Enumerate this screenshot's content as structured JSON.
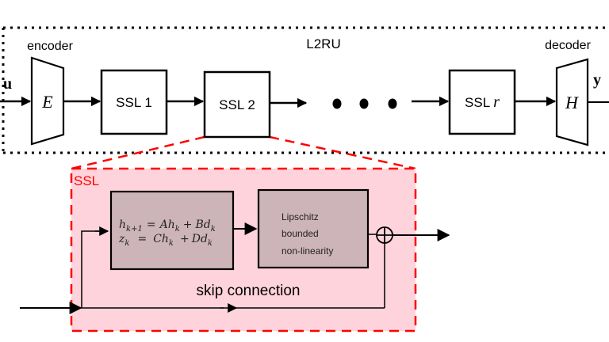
{
  "title": "L2RU",
  "encoder": {
    "label": "encoder",
    "symbol": "E"
  },
  "decoder": {
    "label": "decoder",
    "symbol": "H"
  },
  "input_symbol": "u",
  "output_symbol": "y",
  "blocks": [
    {
      "label": "SSL 1"
    },
    {
      "label": "SSL 2"
    },
    {
      "label_prefix": "SSL",
      "label_var": "r"
    }
  ],
  "ellipsis": "• • •",
  "ssl_detail": {
    "title": "SSL",
    "state_space": {
      "line1": {
        "lhs": "h",
        "lhs_sub": "k+1",
        "eq": "=",
        "t1": "Ah",
        "t1_sub": "k",
        "plus": "+",
        "t2": "Bd",
        "t2_sub": "k"
      },
      "line2": {
        "lhs": "z",
        "lhs_sub": "k",
        "eq": "=",
        "t1": "Ch",
        "t1_sub": "k",
        "plus": "+",
        "t2": "Dd",
        "t2_sub": "k"
      }
    },
    "nonlinearity": {
      "line1": "Lipschitz",
      "line2": "bounded",
      "line3": "non-linearity"
    },
    "skip_label": "skip connection",
    "sum_symbol": "⊕"
  },
  "colors": {
    "ssl_fill": "#ffd3db",
    "ssl_border": "#ff0000",
    "block_fill": "#cdb4b8",
    "stroke": "#000000"
  }
}
